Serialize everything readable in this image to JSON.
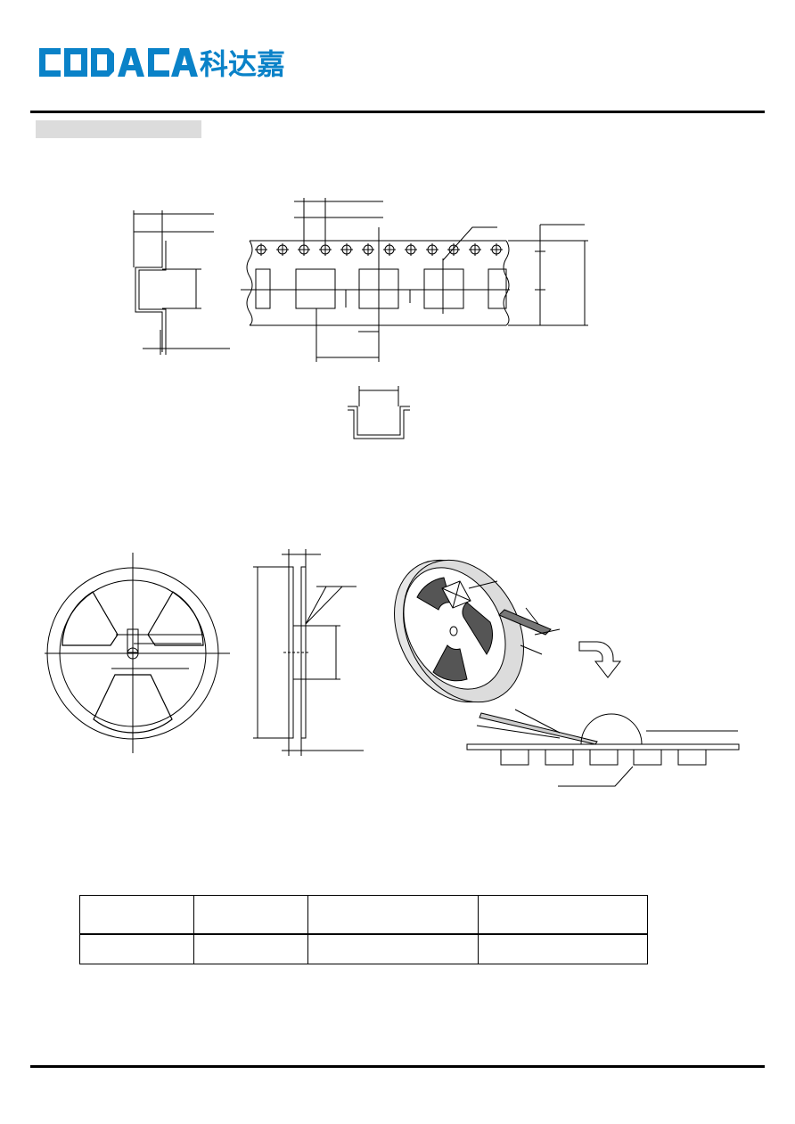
{
  "header": {
    "logo_latin": "CODACA",
    "logo_cjk": "科达嘉",
    "brand_color": "#0a82c8"
  },
  "section": {
    "tab_color": "#dcdcdc"
  },
  "drawings": {
    "tape_side_view": "tape-cross-section",
    "carrier_tape": "carrier-tape",
    "pocket_section": "pocket-section",
    "reel_front": "reel-front-view",
    "reel_side": "reel-side-view",
    "reel_peel": "reel-peel-diagram"
  },
  "table": {
    "columns": 4,
    "rows": 1
  }
}
